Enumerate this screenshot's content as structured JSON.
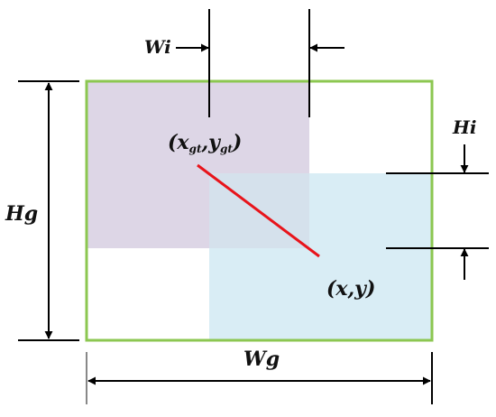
{
  "labels": {
    "wi": "Wi",
    "hi": "Hi",
    "hg": "Hg",
    "wg": "Wg",
    "gt_x": "x",
    "gt_x_sub": "gt",
    "gt_comma": ",",
    "gt_y": "y",
    "gt_y_sub": "gt",
    "gt_open": "(",
    "gt_close": ")",
    "pred": "(x,y)"
  },
  "colors": {
    "outer_box": "#8cc751",
    "gt_box": "#ddd6e6",
    "pred_box": "#d9edf5",
    "overlap": "#d5e1ec",
    "center_line": "#e8141b",
    "dimension_lines": "#000000"
  }
}
